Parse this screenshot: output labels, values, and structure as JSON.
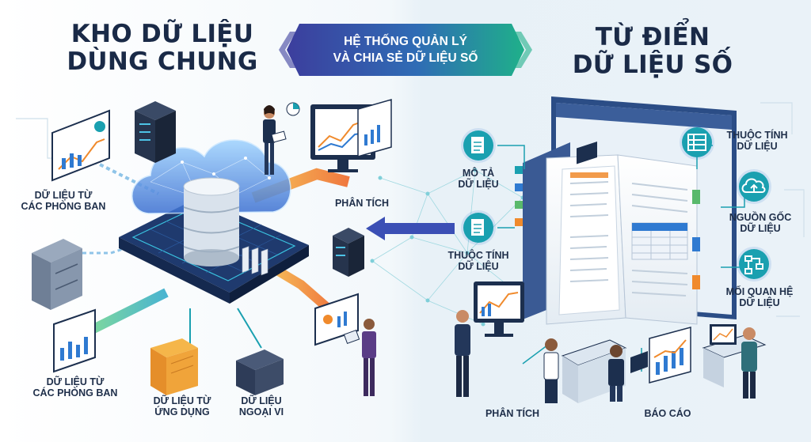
{
  "left_title": [
    "KHO DỮ LIỆU",
    "DÙNG CHUNG"
  ],
  "right_title": [
    "TỪ ĐIỂN",
    "DỮ LIỆU SỐ"
  ],
  "banner": [
    "HỆ THỐNG QUẢN LÝ",
    "VÀ CHIA SẺ DỮ LIỆU SỐ"
  ],
  "left_labels": {
    "depts_top": [
      "DỮ LIỆU TỪ",
      "CÁC PHÒNG BAN"
    ],
    "depts_bottom": [
      "DỮ LIỆU TỪ",
      "CÁC PHÒNG BAN"
    ],
    "apps": [
      "DỮ LIỆU TỪ",
      "ỨNG DỤNG"
    ],
    "external": [
      "DỮ LIỆU",
      "NGOẠI VI"
    ],
    "analysis": "PHÂN TÍCH"
  },
  "right_labels": {
    "describe": [
      "MÔ TẢ",
      "DỮ LIỆU"
    ],
    "attr_left": [
      "THUỘC TÍNH",
      "DỮ LIỆU"
    ],
    "attr_right": [
      "THUỘC TÍNH",
      "DỮ LIỆU"
    ],
    "origin": [
      "NGUỒN GỐC",
      "DỮ LIỆU"
    ],
    "relation": [
      "MỐI QUAN HỆ",
      "DỮ LIỆU"
    ],
    "analysis": "PHÂN TÍCH",
    "report": "BÁO CÁO"
  },
  "colors": {
    "navy": "#1c2f4e",
    "teal": "#1aa0b0",
    "banner_start": "#3d3f9e",
    "banner_end": "#1fb08a",
    "orange": "#f08a2c"
  }
}
